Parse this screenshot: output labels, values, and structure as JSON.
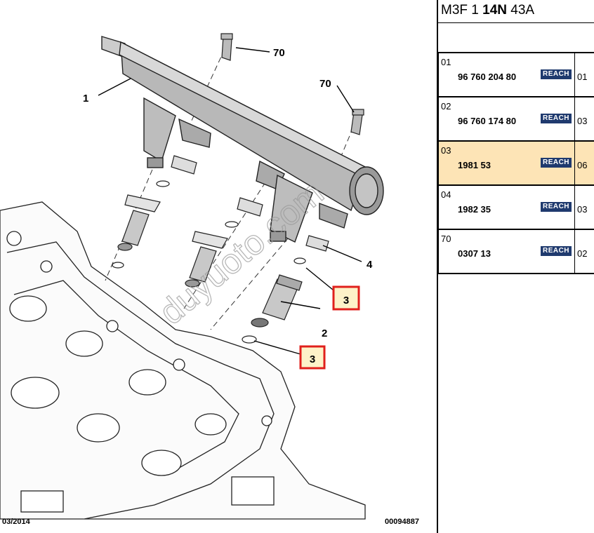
{
  "header": {
    "code_prefix": "M3F 1",
    "code_bold": "14N",
    "code_suffix": "43A"
  },
  "diagram": {
    "callouts": {
      "rail": "1",
      "injector": "2",
      "seal_upper": "3",
      "seal_lower": "3",
      "clip": "4",
      "bolt_left": "70",
      "bolt_right": "70"
    },
    "date": "03/2014",
    "drawing_number": "00094887",
    "watermark": "duyuoto.com"
  },
  "parts": [
    {
      "index": "01",
      "ref": "96 760 204 80",
      "badge": "REACH",
      "qty": "01",
      "selected": false
    },
    {
      "index": "02",
      "ref": "96 760 174 80",
      "badge": "REACH",
      "qty": "03",
      "selected": false
    },
    {
      "index": "03",
      "ref": "1981 53",
      "badge": "REACH",
      "qty": "06",
      "selected": true
    },
    {
      "index": "04",
      "ref": "1982 35",
      "badge": "REACH",
      "qty": "03",
      "selected": false
    },
    {
      "index": "70",
      "ref": "0307 13",
      "badge": "REACH",
      "qty": "02",
      "selected": false
    }
  ],
  "colors": {
    "highlight_row": "#fde4b6",
    "badge_bg": "#1f3a6e",
    "callout_box": "#e0201c",
    "callout_fill": "#fdf2c8"
  }
}
